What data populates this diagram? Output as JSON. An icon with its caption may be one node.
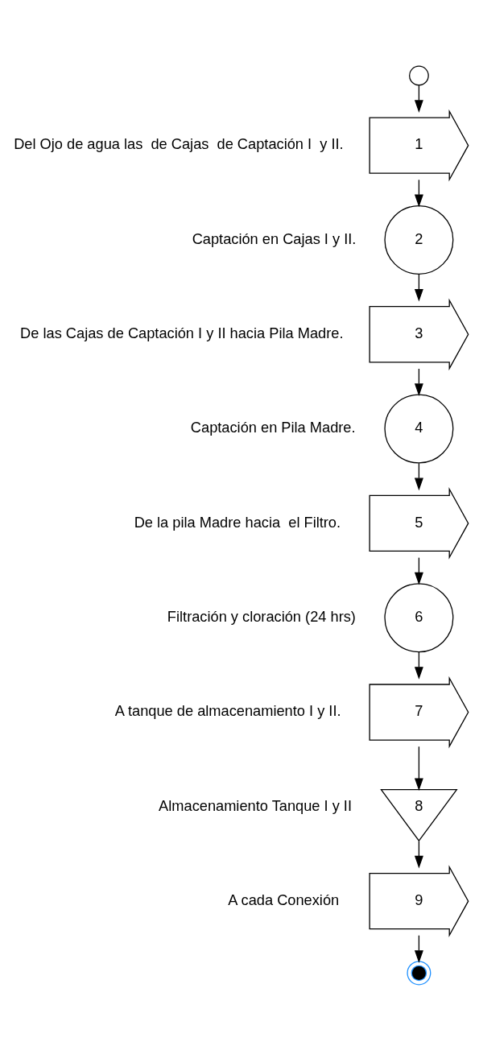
{
  "diagram": {
    "nodes": [
      {
        "text": [],
        "shape": "circle"
      },
      {
        "text": [
          "1"
        ],
        "beside": [
          "Del Ojo de agua las  de Cajas  de Captación I  y II."
        ]
      },
      {
        "text": [
          "2"
        ],
        "beside": [
          "Captación en Cajas I y II."
        ]
      },
      {
        "text": [
          "3"
        ],
        "beside": [
          "De las Cajas de Captación I y II hacia Pila Madre."
        ]
      },
      {
        "text": [
          "4"
        ],
        "beside": [
          "Captación en Pila Madre."
        ]
      },
      {
        "text": [
          "5"
        ],
        "beside": [
          "De la pila Madre hacia  el Filtro."
        ]
      },
      {
        "text": [
          "6"
        ],
        "beside": [
          "Filtración y cloración (24 hrs)"
        ]
      },
      {
        "text": [
          "7"
        ],
        "beside": [
          "A tanque de almacenamiento I y II."
        ]
      },
      {
        "text": [
          "8"
        ],
        "beside": [
          "Almacenamiento Tanque I y II"
        ]
      },
      {
        "text": [
          "9"
        ],
        "beside": [
          "A cada Conexión"
        ]
      },
      {
        "text": [],
        "shape": "circle"
      }
    ],
    "edges": [
      {
        "from": 0,
        "to": 1,
        "arrow": "to"
      },
      {
        "from": 1,
        "to": 2,
        "arrow": "to"
      },
      {
        "from": 2,
        "to": 3,
        "arrow": "to"
      },
      {
        "from": 3,
        "to": 4,
        "arrow": "to"
      },
      {
        "from": 4,
        "to": 5,
        "arrow": "to"
      },
      {
        "from": 5,
        "to": 6,
        "arrow": "to"
      },
      {
        "from": 6,
        "to": 7,
        "arrow": "to"
      },
      {
        "from": 7,
        "to": 8,
        "arrow": "to"
      },
      {
        "from": 8,
        "to": 9,
        "arrow": "to"
      },
      {
        "from": 9,
        "to": 10,
        "arrow": "to"
      }
    ]
  }
}
